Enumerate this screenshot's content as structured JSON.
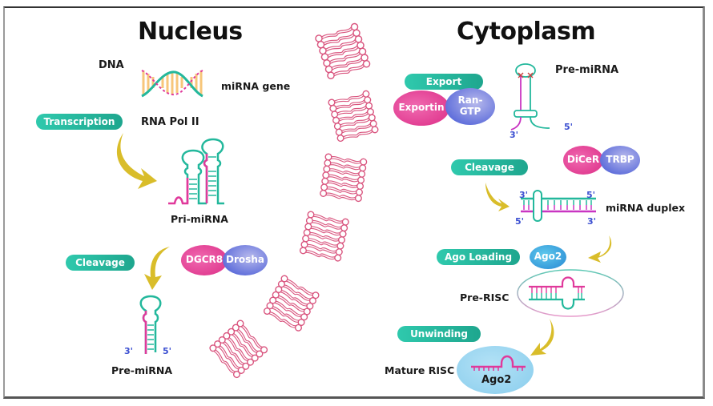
{
  "nucleus": {
    "title": "Nucleus",
    "dna_label": "DNA",
    "gene_label": "miRNA gene",
    "transcription_pill": "Transcription",
    "enzyme_label": "RNA Pol II",
    "pri_mirna_label": "Pri-miRNA",
    "cleavage_pill": "Cleavage",
    "dgcr8_label": "DGCR8",
    "drosha_label": "Drosha",
    "pre_mirna_label": "Pre-miRNA",
    "three_prime": "3'",
    "five_prime": "5'"
  },
  "cytoplasm": {
    "title": "Cytoplasm",
    "export_pill": "Export",
    "exportin_label": "Exportin",
    "rangtp_label": "Ran-\nGTP",
    "pre_mirna_label": "Pre-miRNA",
    "three_prime": "3'",
    "five_prime": "5'",
    "dicer_label": "DiCeR",
    "trbp_label": "TRBP",
    "cleavage_pill": "Cleavage",
    "duplex_label": "miRNA duplex",
    "duplex_left_top": "3'",
    "duplex_right_top": "5'",
    "duplex_left_bottom": "5'",
    "duplex_right_bottom": "3'",
    "ago_loading_pill": "Ago Loading",
    "ago2_label": "Ago2",
    "pre_risc_label": "Pre-RISC",
    "unwinding_pill": "Unwinding",
    "mature_risc_label": "Mature RISC",
    "mature_ago2_label": "Ago2"
  },
  "colors": {
    "teal": "#23b89c",
    "magenta": "#e0399b",
    "blue_prime": "#3b4fd1",
    "arrow_gold": "#d9bd2a",
    "membrane": "#d9547e",
    "dna_rungs": "#f7c67a"
  }
}
